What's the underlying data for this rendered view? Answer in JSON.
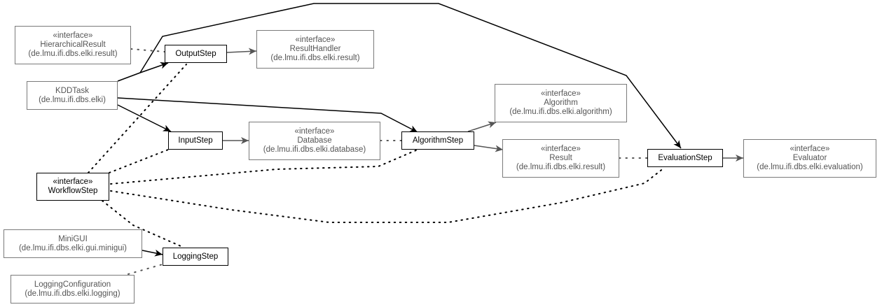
{
  "diagram": {
    "title": "",
    "type": "UML class dependency diagram",
    "colors": {
      "core_border": "#000000",
      "external_border": "#7a7a7a",
      "external_text": "#555555",
      "edge_solid": "#000000",
      "edge_external": "#555555",
      "edge_dotted": "#000000"
    },
    "nodes": {
      "hierarchical_result": {
        "stereotype": "«interface»",
        "name": "HierarchicalResult",
        "package": "(de.lmu.ifi.dbs.elki.result)"
      },
      "output_step": {
        "name": "OutputStep"
      },
      "result_handler": {
        "stereotype": "«interface»",
        "name": "ResultHandler",
        "package": "(de.lmu.ifi.dbs.elki.result)"
      },
      "kdd_task": {
        "name": "KDDTask",
        "package": "(de.lmu.ifi.dbs.elki)"
      },
      "input_step": {
        "name": "InputStep"
      },
      "database": {
        "stereotype": "«interface»",
        "name": "Database",
        "package": "(de.lmu.ifi.dbs.elki.database)"
      },
      "algorithm_step": {
        "name": "AlgorithmStep"
      },
      "algorithm": {
        "stereotype": "«interface»",
        "name": "Algorithm",
        "package": "(de.lmu.ifi.dbs.elki.algorithm)"
      },
      "result": {
        "stereotype": "«interface»",
        "name": "Result",
        "package": "(de.lmu.ifi.dbs.elki.result)"
      },
      "evaluation_step": {
        "name": "EvaluationStep"
      },
      "evaluator": {
        "stereotype": "«interface»",
        "name": "Evaluator",
        "package": "(de.lmu.ifi.dbs.elki.evaluation)"
      },
      "workflow_step": {
        "stereotype": "«interface»",
        "name": "WorkflowStep"
      },
      "minigui": {
        "name": "MiniGUI",
        "package": "(de.lmu.ifi.dbs.elki.gui.minigui)"
      },
      "logging_step": {
        "name": "LoggingStep"
      },
      "logging_configuration": {
        "name": "LoggingConfiguration",
        "package": "(de.lmu.ifi.dbs.elki.logging)"
      }
    },
    "edges": [
      {
        "from": "kdd_task",
        "to": "output_step",
        "kind": "uses"
      },
      {
        "from": "kdd_task",
        "to": "input_step",
        "kind": "uses"
      },
      {
        "from": "kdd_task",
        "to": "algorithm_step",
        "kind": "uses"
      },
      {
        "from": "kdd_task",
        "to": "evaluation_step",
        "kind": "uses"
      },
      {
        "from": "output_step",
        "to": "result_handler",
        "kind": "uses"
      },
      {
        "from": "input_step",
        "to": "database",
        "kind": "uses"
      },
      {
        "from": "algorithm_step",
        "to": "algorithm",
        "kind": "uses"
      },
      {
        "from": "algorithm_step",
        "to": "result",
        "kind": "uses"
      },
      {
        "from": "evaluation_step",
        "to": "evaluator",
        "kind": "uses"
      },
      {
        "from": "minigui",
        "to": "logging_step",
        "kind": "uses"
      },
      {
        "from": "hierarchical_result",
        "to": "output_step",
        "kind": "association"
      },
      {
        "from": "database",
        "to": "algorithm_step",
        "kind": "association"
      },
      {
        "from": "result",
        "to": "evaluation_step",
        "kind": "association"
      },
      {
        "from": "logging_configuration",
        "to": "logging_step",
        "kind": "association"
      },
      {
        "from": "workflow_step",
        "to": "output_step",
        "kind": "association"
      },
      {
        "from": "workflow_step",
        "to": "input_step",
        "kind": "association"
      },
      {
        "from": "workflow_step",
        "to": "algorithm_step",
        "kind": "association"
      },
      {
        "from": "workflow_step",
        "to": "evaluation_step",
        "kind": "association"
      },
      {
        "from": "workflow_step",
        "to": "logging_step",
        "kind": "association"
      }
    ]
  }
}
